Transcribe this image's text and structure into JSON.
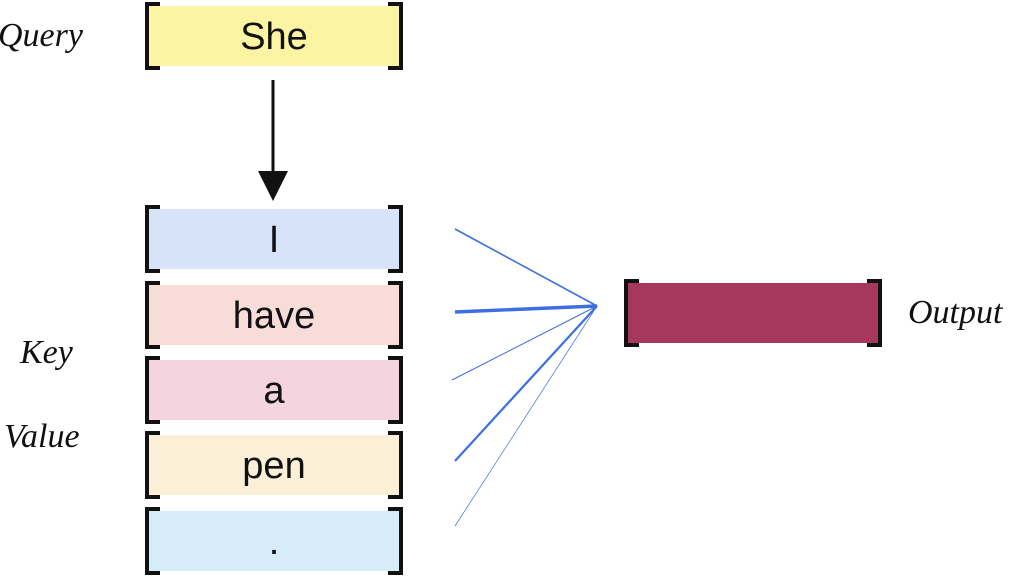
{
  "labels": {
    "query": "Query",
    "key": "Key",
    "value": "Value",
    "output": "Output"
  },
  "query": {
    "token": "She",
    "color": "#fbf5a3"
  },
  "keys": [
    {
      "token": "I",
      "color": "#d6e3f8"
    },
    {
      "token": "have",
      "color": "#f7dcd8"
    },
    {
      "token": "a",
      "color": "#f3d4df"
    },
    {
      "token": "pen",
      "color": "#fbefd8"
    },
    {
      "token": ".",
      "color": "#d6ecf8"
    }
  ],
  "output": {
    "color": "#a7385d"
  },
  "colors": {
    "bracket": "#111111",
    "arrow": "#111111",
    "attention_line": "#3d6ee0"
  }
}
